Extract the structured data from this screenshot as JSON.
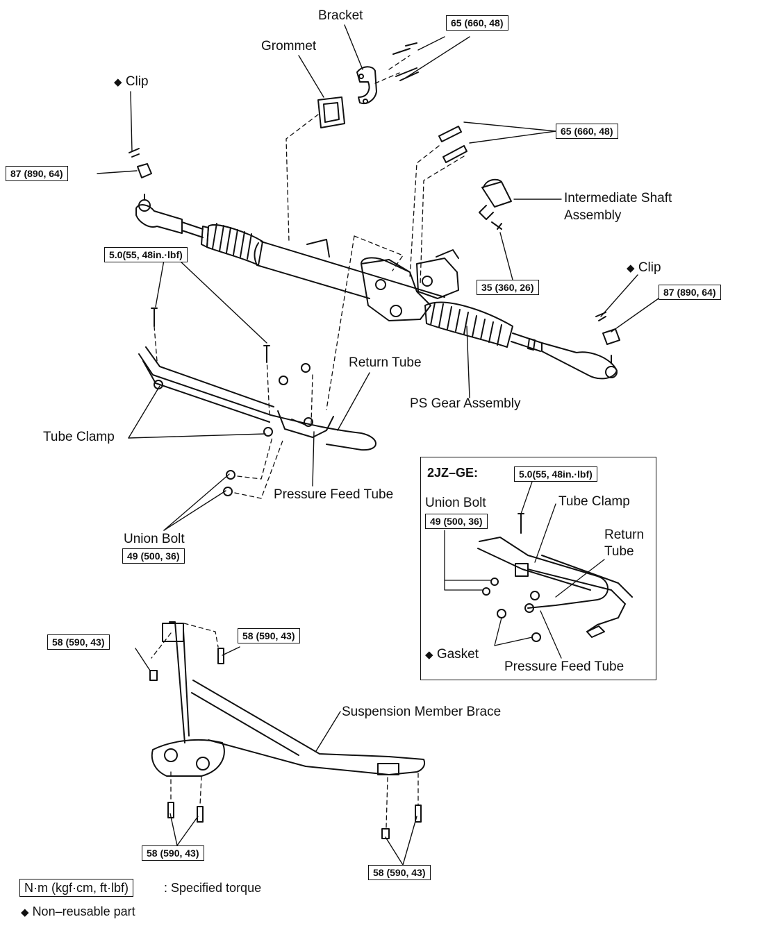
{
  "labels": {
    "bracket": "Bracket",
    "grommet": "Grommet",
    "clip_left": "Clip",
    "clip_right": "Clip",
    "intermediate_shaft_l1": "Intermediate Shaft",
    "intermediate_shaft_l2": "Assembly",
    "return_tube": "Return Tube",
    "ps_gear_assembly": "PS Gear Assembly",
    "tube_clamp": "Tube Clamp",
    "pressure_feed_tube": "Pressure Feed Tube",
    "union_bolt": "Union Bolt",
    "suspension_member_brace": "Suspension Member Brace"
  },
  "torques": {
    "bracket_bolts": "65 (660, 48)",
    "gear_bolts": "65 (660, 48)",
    "left_nut": "87 (890, 64)",
    "right_nut": "87 (890, 64)",
    "clamp_bolt": "5.0(55, 48in.·lbf)",
    "shaft_bolt": "35 (360, 26)",
    "union_bolt": "49 (500, 36)",
    "brace_top_left": "58 (590, 43)",
    "brace_top_right": "58 (590, 43)",
    "brace_bottom_left": "58 (590, 43)",
    "brace_bottom_right": "58 (590, 43)"
  },
  "inset": {
    "title": "2JZ–GE:",
    "clamp_torque": "5.0(55, 48in.·lbf)",
    "union_bolt": "Union Bolt",
    "union_torque": "49 (500, 36)",
    "tube_clamp": "Tube Clamp",
    "return_l1": "Return",
    "return_l2": "Tube",
    "gasket": "Gasket",
    "pressure_feed_tube": "Pressure Feed Tube"
  },
  "legend": {
    "torque_units": "N·m (kgf·cm, ft·lbf)",
    "torque_desc": ": Specified torque",
    "nonreusable": "Non–reusable part"
  },
  "symbols": {
    "diamond": "◆"
  }
}
